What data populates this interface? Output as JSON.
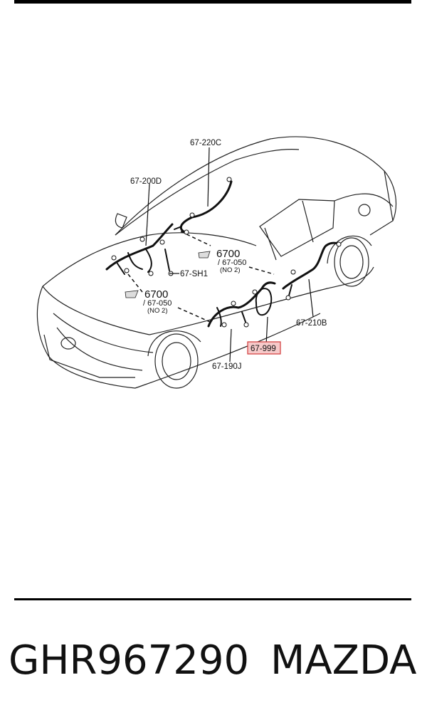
{
  "labels": {
    "c220": "67-220C",
    "c200": "67-200D",
    "sh1": "67-SH1",
    "b210": "67-210B",
    "j190": "67-190J",
    "x999": "67-999",
    "ref_a_main": "6700",
    "ref_a_sub": "/ 67-050",
    "ref_a_no": "(NO 2)",
    "ref_b_main": "6700",
    "ref_b_sub": "/ 67-050",
    "ref_b_no": "(NO 2)"
  },
  "footer": {
    "part_number": "GHR967290",
    "brand": "MAZDA"
  },
  "colors": {
    "highlight_fill": "#f6c9c9",
    "highlight_stroke": "#d23a3a"
  }
}
